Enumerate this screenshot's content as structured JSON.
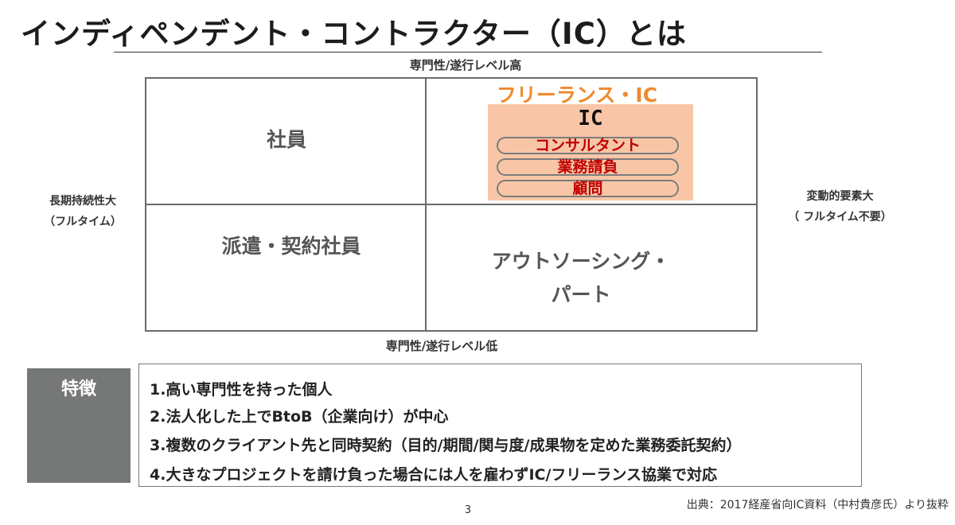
{
  "title": "インディペンデント・コントラクター（IC）とは",
  "axes": {
    "top": "専門性/遂行レベル高",
    "bottom": "専門性/遂行レベル低",
    "left_line1": "長期持続性大",
    "left_line2": "（フルタイム）",
    "right_line1": "変動的要素大",
    "right_line2": "（ フルタイム不要）"
  },
  "quadrants": {
    "top_left": "社員",
    "bottom_left": "派遣・契約社員",
    "bottom_right_line1": "アウトソーシング・",
    "bottom_right_line2": "パート",
    "top_right": {
      "title": "フリーランス・IC",
      "box_label": "IC",
      "items": [
        "コンサルタント",
        "業務請負",
        "顧問"
      ]
    }
  },
  "features": {
    "label": "特徴",
    "items": [
      "1.高い専門性を持った個人",
      "2.法人化した上でBtoB（企業向け）が中心",
      "3.複数のクライアント先と同時契約（目的/期間/関与度/成果物を定めた業務委託契約）",
      "4.大きなプロジェクトを請け負った場合には人を雇わずIC/フリーランス協業で対応"
    ]
  },
  "page_number": "3",
  "source": "出典：2017経産省向IC資料（中村貴彦氏）より抜粋"
}
